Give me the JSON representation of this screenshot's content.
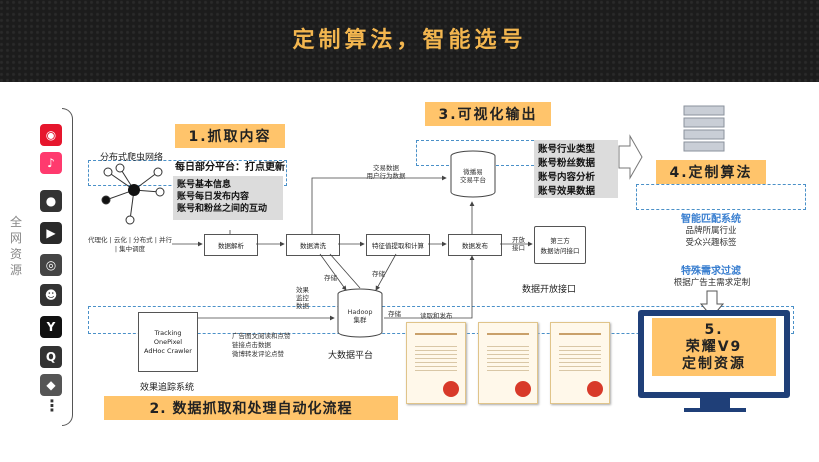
{
  "header": {
    "title": "定制算法，智能选号"
  },
  "sidebar": {
    "vertical_label": "全网资源",
    "icons": [
      {
        "name": "weibo-icon",
        "color": "#e6162d"
      },
      {
        "name": "douyin-icon",
        "color": "#ff3a6e"
      },
      {
        "name": "camera-icon",
        "color": "#333333"
      },
      {
        "name": "video-camera-icon",
        "color": "#2a2a2a"
      },
      {
        "name": "owl-icon",
        "color": "#444444"
      },
      {
        "name": "bilibili-icon",
        "color": "#333333"
      },
      {
        "name": "yi-icon",
        "color": "#111111"
      },
      {
        "name": "iqiyi-icon",
        "color": "#333333"
      },
      {
        "name": "youku-icon",
        "color": "#555555"
      }
    ],
    "more": "⋮"
  },
  "steps": {
    "step1": "1.抓取内容",
    "step2": "2. 数据抓取和处理自动化流程",
    "step3": "3.可视化输出",
    "step4": "4.定制算法",
    "step5_line1": "5.",
    "step5_line2": "荣耀V9",
    "step5_line3": "定制资源"
  },
  "crawl": {
    "network_label": "分布式爬虫网络",
    "daily_update": "每日部分平台：打点更新",
    "items": [
      "账号基本信息",
      "账号每日发布内容",
      "账号和粉丝之间的互动"
    ],
    "proxy_text": "代理化 | 云化 | 分布式 | 并行 | 集中调度"
  },
  "pipeline": {
    "parse": "数据解析",
    "clean": "数据清洗",
    "feature": "特征值提取和计算",
    "publish": "数据发布",
    "third_party": "第三方\n数据访问接口",
    "open_interface_label": "开放\n接口",
    "open_interface": "数据开放接口",
    "weibo_platform": "微播易\n交易平台",
    "trade_data": "交易数据\n用户行为数据",
    "store1": "存储",
    "store2": "存储",
    "store3": "存储",
    "hadoop": "Hadoop\n集群",
    "bigdata": "大数据平台",
    "read_publish": "读取和发布",
    "effect_monitor": "效果\n监控\n数据"
  },
  "tracking": {
    "box_text": "Tracking\nOnePixel\nAdHoc Crawler",
    "ad_lines": "广告图文阅读和点赞\n链接点击数据\n微博转发评论点赞",
    "system_label": "效果追踪系统"
  },
  "output": {
    "items": [
      "账号行业类型",
      "账号粉丝数据",
      "账号内容分析",
      "账号效果数据"
    ]
  },
  "algo": {
    "smart_title": "智能匹配系统",
    "smart_lines": [
      "品牌所属行业",
      "受众兴趣标签"
    ],
    "special_title": "特殊需求过滤",
    "special_line": "根据广告主需求定制"
  }
}
